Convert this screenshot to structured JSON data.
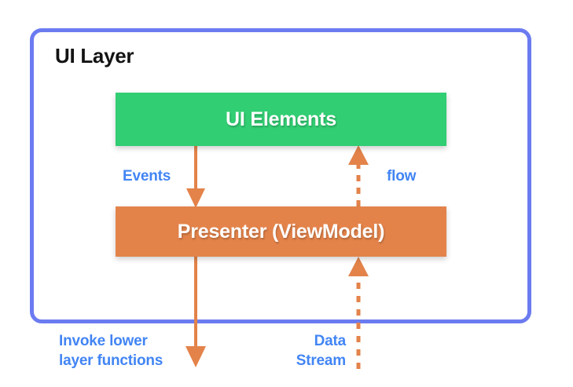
{
  "diagram": {
    "title": "UI Layer",
    "frame_color": "#6b7bf0",
    "background": "#ffffff",
    "nodes": [
      {
        "id": "ui-elements",
        "label": "UI Elements",
        "color": "#31ce73",
        "text_color": "#ffffff"
      },
      {
        "id": "presenter",
        "label": "Presenter (ViewModel)",
        "color": "#e3834a",
        "text_color": "#ffffff"
      }
    ],
    "edges": [
      {
        "id": "events",
        "label": "Events",
        "style": "solid",
        "color": "#e3834a",
        "from": "ui-elements",
        "to": "presenter",
        "direction": "down"
      },
      {
        "id": "flow",
        "label": "flow",
        "style": "dashed",
        "color": "#e3834a",
        "from": "presenter",
        "to": "ui-elements",
        "direction": "up"
      },
      {
        "id": "invoke-lower-layer",
        "label_line1": "Invoke lower",
        "label_line2": "layer functions",
        "style": "solid",
        "color": "#e3834a",
        "from": "presenter",
        "to": "lower-layer",
        "direction": "down"
      },
      {
        "id": "data-stream",
        "label_line1": "Data",
        "label_line2": "Stream",
        "style": "dashed",
        "color": "#e3834a",
        "from": "lower-layer",
        "to": "presenter",
        "direction": "up"
      }
    ],
    "label_color": "#4285f4"
  }
}
